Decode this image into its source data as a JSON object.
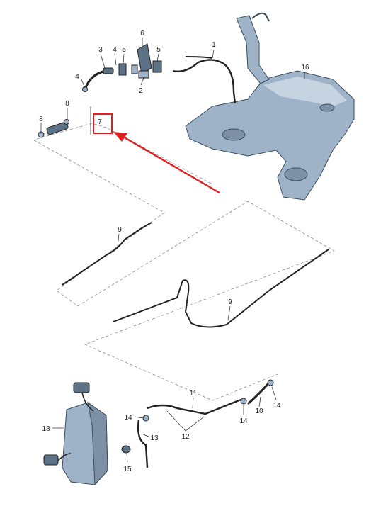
{
  "labels": {
    "l1": "1",
    "l2": "2",
    "l3": "3",
    "l4a": "4",
    "l4b": "4",
    "l5a": "5",
    "l5b": "5",
    "l6": "6",
    "l7": "7",
    "l8a": "8",
    "l8b": "8",
    "l9a": "9",
    "l9b": "9",
    "l10": "10",
    "l11": "11",
    "l12": "12",
    "l13": "13",
    "l14a": "14",
    "l14b": "14",
    "l14c": "14",
    "l15": "15",
    "l16": "16",
    "l18": "18"
  },
  "colors": {
    "part_fill": "#9fb3c8",
    "part_dark": "#5d7187",
    "line": "#222222",
    "dash": "#888888",
    "highlight": "#e02020"
  },
  "highlighted_callout": "7"
}
